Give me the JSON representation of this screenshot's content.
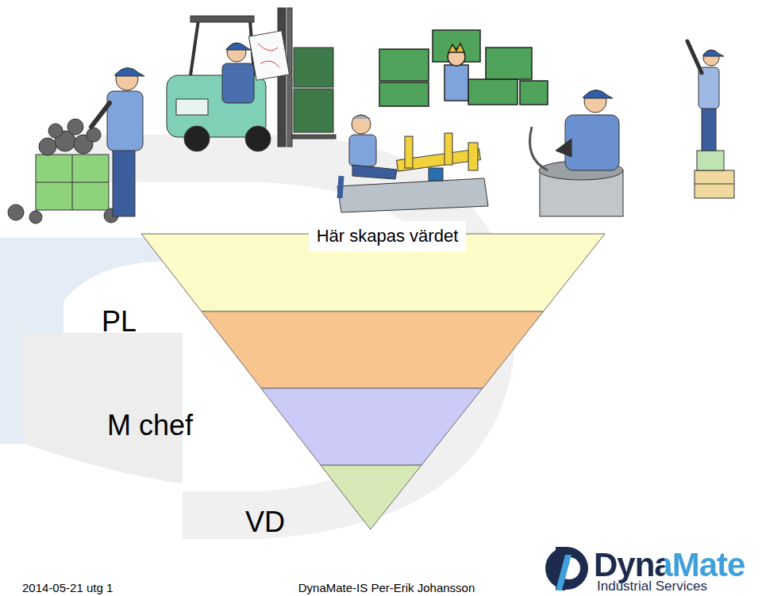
{
  "diagram": {
    "nodes": [
      {
        "text": [
          "Här skapas värdet"
        ]
      },
      {
        "text": [
          "PL"
        ]
      },
      {
        "text": [
          "M chef"
        ]
      },
      {
        "text": [
          "VD"
        ]
      }
    ],
    "labels": [
      "2014-05-21 utg 1",
      "DynaMate-IS Per-Erik Johansson",
      "DynaMate",
      "Industrial Services"
    ]
  }
}
